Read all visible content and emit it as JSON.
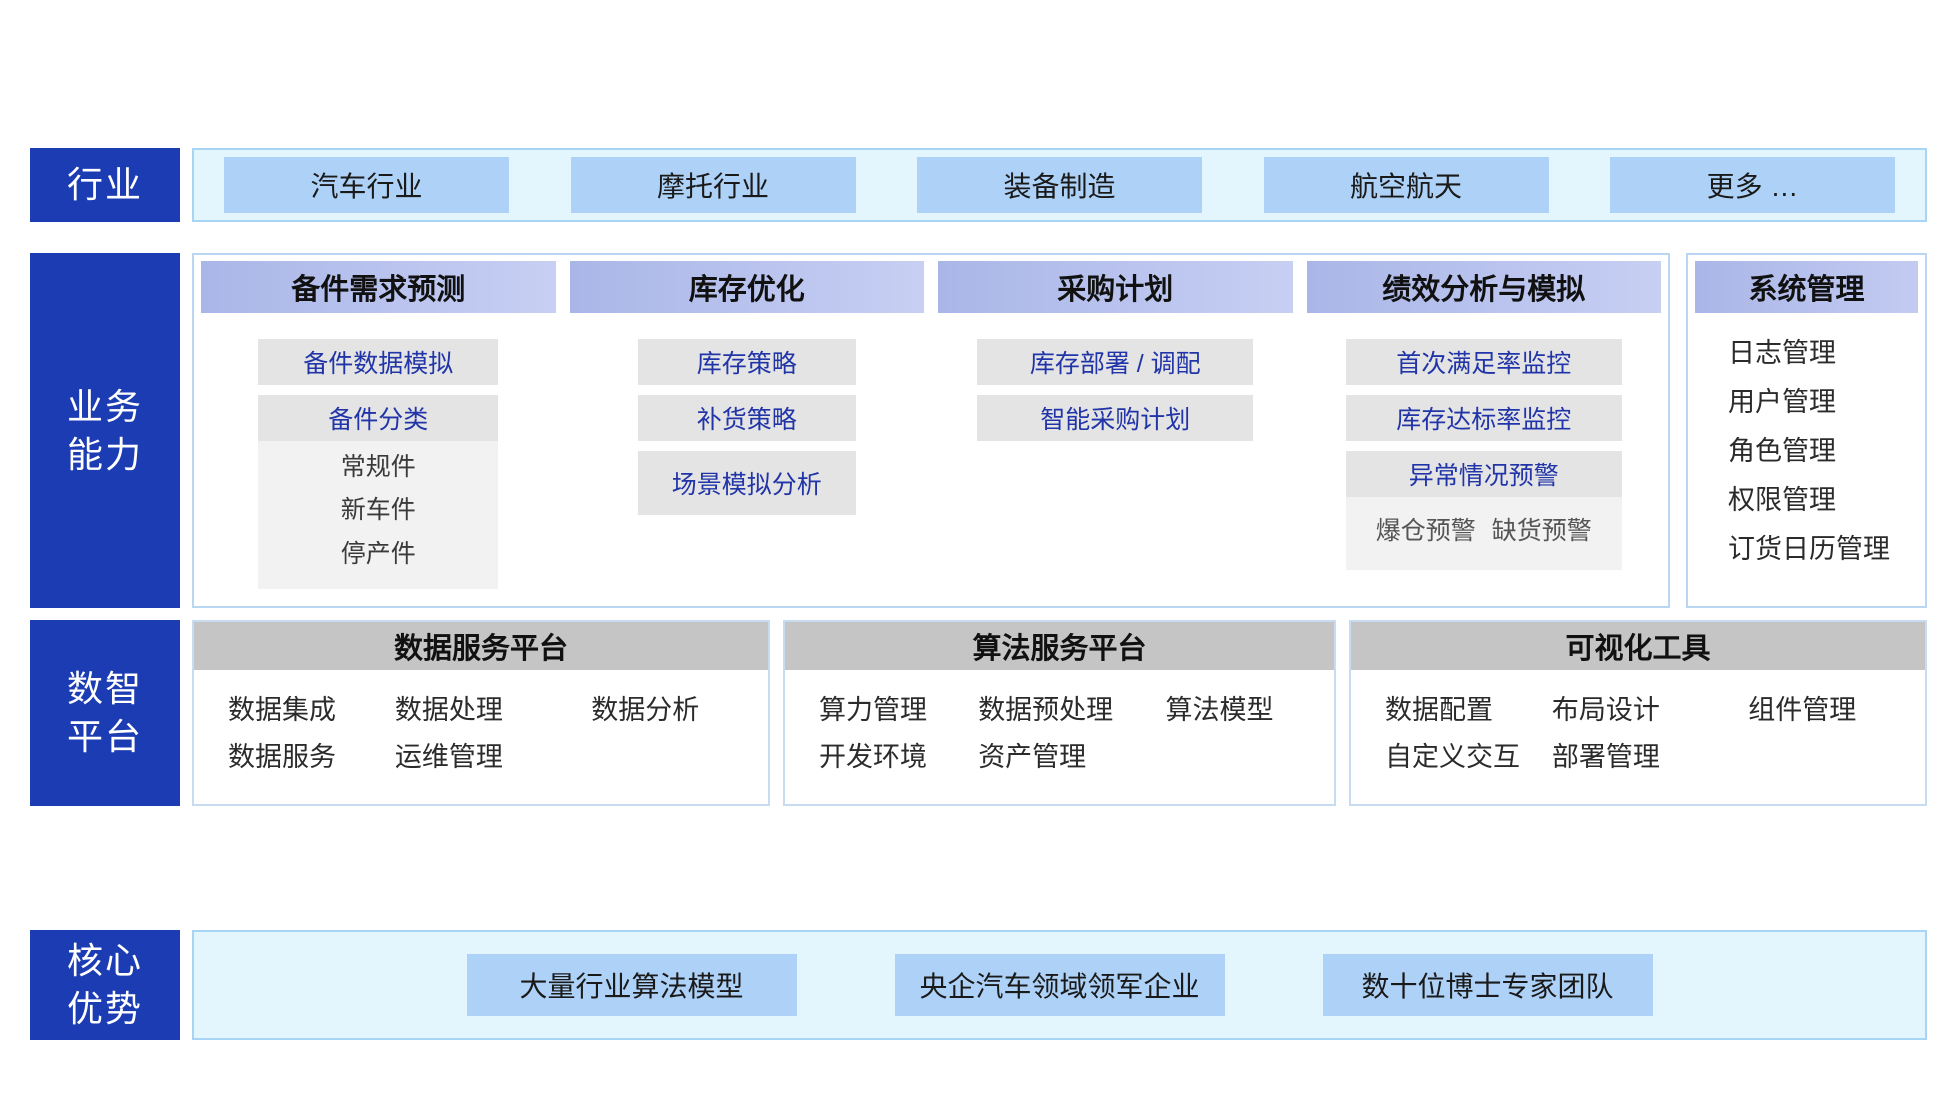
{
  "rails": {
    "industry": [
      "行业"
    ],
    "business": [
      "业务",
      "能力"
    ],
    "platform": [
      "数智",
      "平台"
    ],
    "core": [
      "核心",
      "优势"
    ]
  },
  "industry": {
    "items": [
      {
        "label": "汽车行业"
      },
      {
        "label": "摩托行业"
      },
      {
        "label": "装备制造"
      },
      {
        "label": "航空航天"
      },
      {
        "label": "更多 …"
      }
    ]
  },
  "business": {
    "columns": [
      {
        "title": "备件需求预测",
        "items": [
          {
            "label": "备件数据模拟",
            "width": "w-wide"
          }
        ],
        "group": {
          "label": "备件分类",
          "sub": [
            "常规件",
            "新车件",
            "停产件"
          ],
          "inline": false
        }
      },
      {
        "title": "库存优化",
        "items": [
          {
            "label": "库存策略",
            "width": "w-mid"
          },
          {
            "label": "补货策略",
            "width": "w-mid"
          },
          {
            "label": "场景模拟分析",
            "width": "w-mid"
          }
        ]
      },
      {
        "title": "采购计划",
        "items": [
          {
            "label": "库存部署 / 调配",
            "width": "w-xwide"
          },
          {
            "label": "智能采购计划",
            "width": "w-xwide"
          }
        ]
      },
      {
        "title": "绩效分析与模拟",
        "items": [
          {
            "label": "首次满足率监控",
            "width": "w-xwide"
          },
          {
            "label": "库存达标率监控",
            "width": "w-xwide"
          }
        ],
        "group": {
          "label": "异常情况预警",
          "sub": [
            "爆仓预警",
            "缺货预警"
          ],
          "inline": true
        }
      }
    ],
    "system": {
      "title": "系统管理",
      "items": [
        "日志管理",
        "用户管理",
        "角色管理",
        "权限管理",
        "订货日历管理"
      ]
    }
  },
  "platform": {
    "panels": [
      {
        "title": "数据服务平台",
        "rows": [
          [
            "数据集成",
            "数据处理",
            "数据分析"
          ],
          [
            "数据服务",
            "运维管理",
            ""
          ]
        ]
      },
      {
        "title": "算法服务平台",
        "rows": [
          [
            "算力管理",
            "数据预处理",
            "算法模型"
          ],
          [
            "开发环境",
            "资产管理",
            ""
          ]
        ]
      },
      {
        "title": "可视化工具",
        "rows": [
          [
            "数据配置",
            "布局设计",
            "组件管理"
          ],
          [
            "自定义交互",
            "部署管理",
            ""
          ]
        ]
      }
    ]
  },
  "core": {
    "items": [
      {
        "label": "大量行业算法模型"
      },
      {
        "label": "央企汽车领域领军企业"
      },
      {
        "label": "数十位博士专家团队"
      }
    ]
  },
  "colors": {
    "rail_blue": "#1c3cb4",
    "band_bg": "#e3f5fd",
    "band_border": "#a8d4f5",
    "pill_blue": "#aed2f7",
    "cap_head_from": "#aab6e8",
    "cap_head_to": "#c7cff3",
    "cap_item_bg": "#e4e4e4",
    "cap_item_text": "#2134a8",
    "plat_head_bg": "#c5c5c5"
  }
}
